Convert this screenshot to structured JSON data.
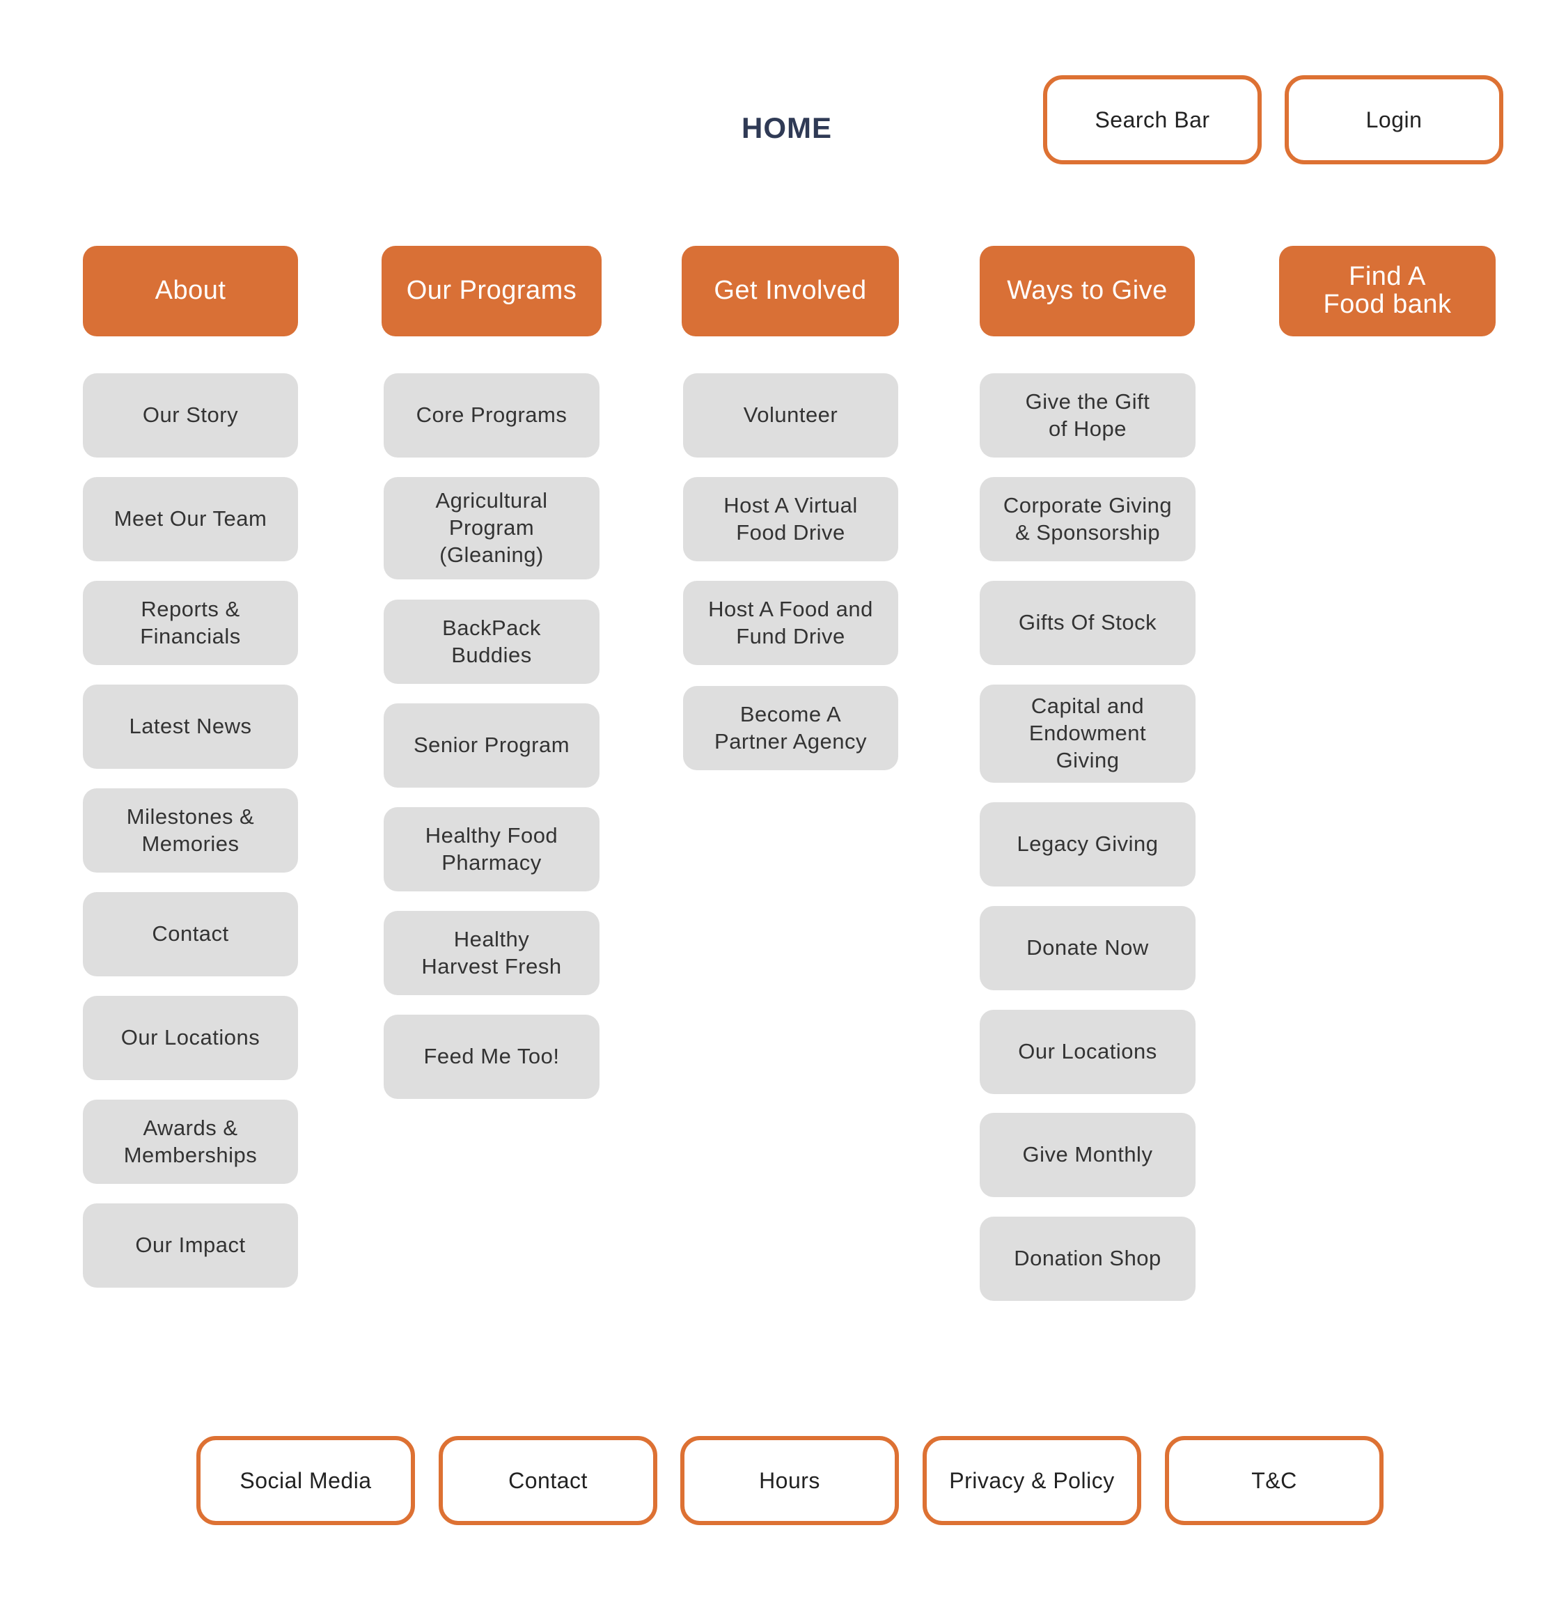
{
  "title": "HOME",
  "top_buttons": [
    "Search Bar",
    "Login"
  ],
  "columns": [
    {
      "header": "About",
      "items": [
        "Our Story",
        "Meet Our Team",
        "Reports &\nFinancials",
        "Latest News",
        "Milestones &\nMemories",
        "Contact",
        "Our Locations",
        "Awards &\nMemberships",
        "Our Impact"
      ]
    },
    {
      "header": "Our Programs",
      "items": [
        "Core Programs",
        "Agricultural\nProgram\n(Gleaning)",
        "BackPack\nBuddies",
        "Senior Program",
        "Healthy Food\nPharmacy",
        "Healthy\nHarvest Fresh",
        "Feed Me Too!"
      ]
    },
    {
      "header": "Get Involved",
      "items": [
        "Volunteer",
        "Host A Virtual\nFood Drive",
        "Host A Food and\nFund Drive",
        "Become A\nPartner Agency"
      ]
    },
    {
      "header": "Ways to Give",
      "items": [
        "Give the Gift\nof Hope",
        "Corporate Giving\n& Sponsorship",
        "Gifts Of Stock",
        "Capital and\nEndowment\nGiving",
        "Legacy Giving",
        "Donate Now",
        "Our Locations",
        "Give Monthly",
        "Donation Shop"
      ]
    },
    {
      "header": "Find A\nFood bank",
      "items": []
    }
  ],
  "footer_buttons": [
    "Social Media",
    "Contact",
    "Hours",
    "Privacy & Policy",
    "T&C"
  ],
  "colors": {
    "accent": "#d97036",
    "item_bg": "#dedede",
    "title": "#2f3a55"
  }
}
